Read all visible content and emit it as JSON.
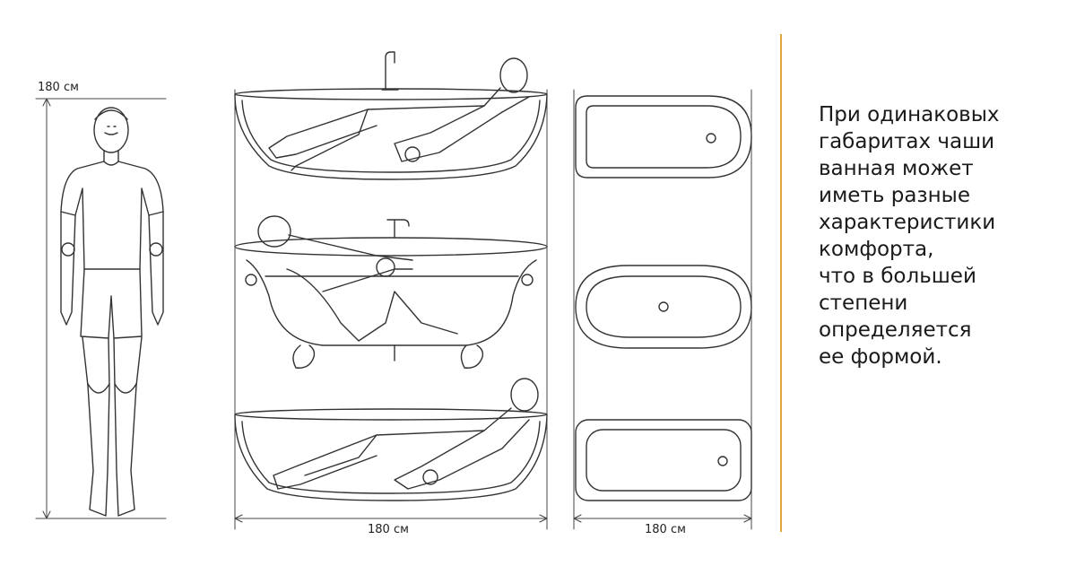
{
  "dimensions": {
    "height_label": "180 см",
    "side_width_label": "180 см",
    "top_width_label": "180 см"
  },
  "caption": {
    "lines": [
      "При одинаковых",
      "габаритах чаши",
      "ванная может",
      "иметь разные",
      "характеристики",
      "комфорта,",
      "что в большей",
      "степени",
      "определяется",
      "ее формой."
    ]
  },
  "colors": {
    "accent": "#e0a340",
    "line": "#333333"
  },
  "icons": [
    "standing-person-figure",
    "freestanding-tub",
    "clawfoot-tub",
    "oval-tub",
    "tub-plan-view"
  ]
}
